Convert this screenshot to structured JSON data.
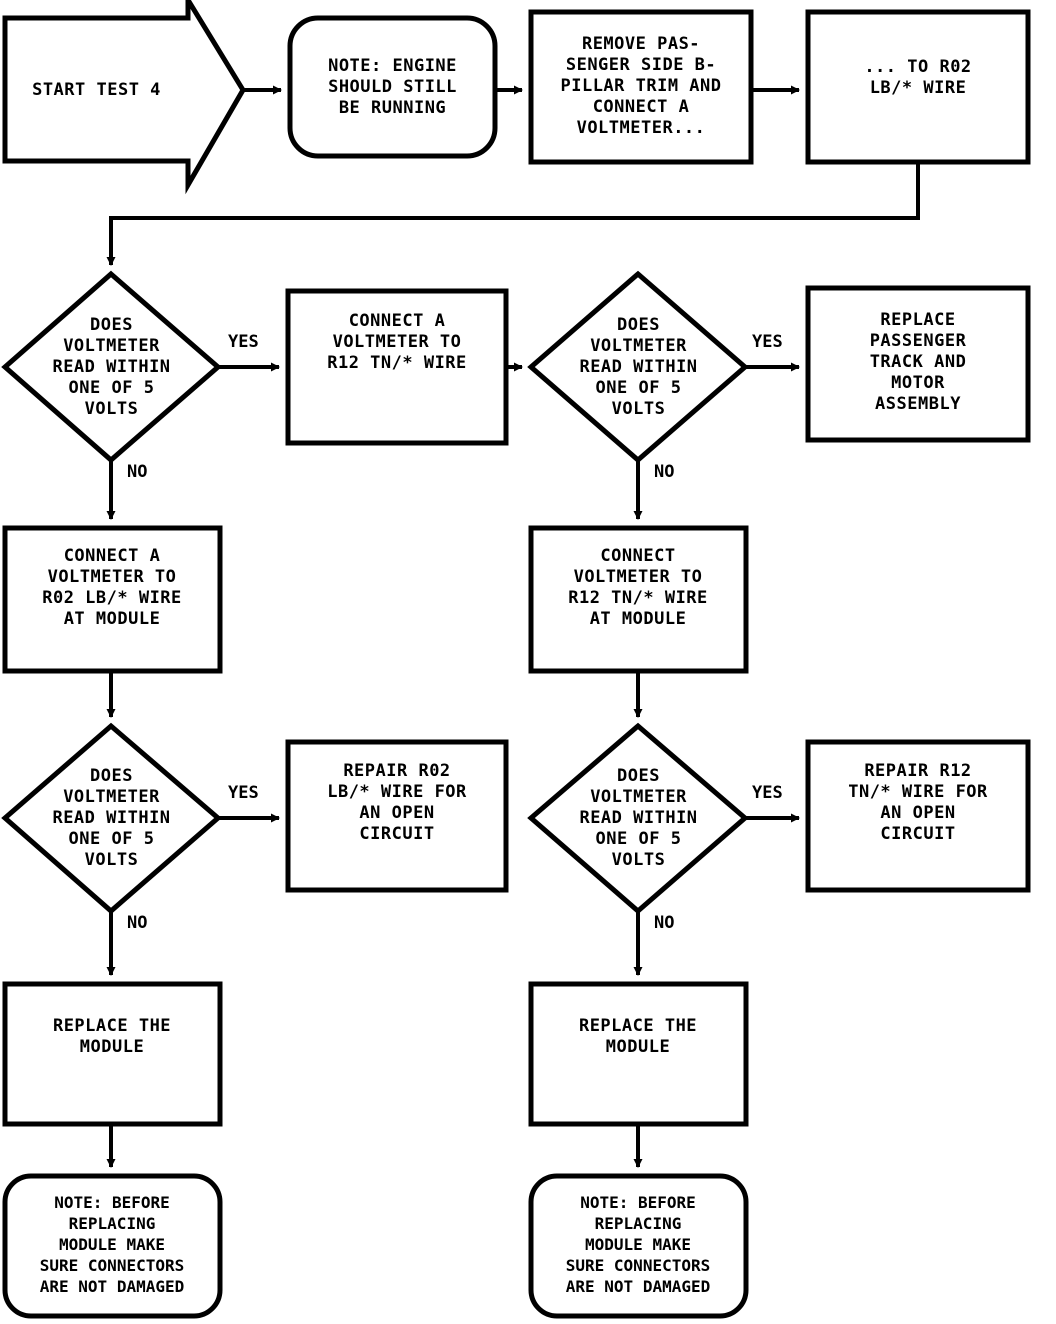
{
  "diagram": {
    "title": "START TEST 4",
    "type": "flowchart",
    "background_color": "#ffffff",
    "line_color": "#000000",
    "nodes": [
      {
        "id": "start",
        "shape": "arrow-pentagon",
        "text": "START TEST 4",
        "lines": [
          "START TEST 4"
        ]
      },
      {
        "id": "note_engine",
        "shape": "rounded-rectangle",
        "text": "NOTE: ENGINE SHOULD STILL BE RUNNING",
        "lines": [
          "NOTE: ENGINE",
          "SHOULD STILL",
          "BE RUNNING"
        ]
      },
      {
        "id": "remove_trim",
        "shape": "rectangle",
        "text": "REMOVE PASSENGER SIDE B-PILLAR TRIM AND CONNECT A VOLTMETER...",
        "lines": [
          "REMOVE PAS-",
          "SENGER SIDE B-",
          "PILLAR TRIM AND",
          "CONNECT A",
          "VOLTMETER..."
        ]
      },
      {
        "id": "to_r02",
        "shape": "rectangle",
        "text": "... TO R02 LB/* WIRE",
        "lines": [
          "... TO R02",
          "LB/* WIRE"
        ]
      },
      {
        "id": "decision_1",
        "shape": "diamond",
        "text": "DOES VOLTMETER READ WITHIN ONE OF 5 VOLTS",
        "lines": [
          "DOES",
          "VOLTMETER",
          "READ WITHIN",
          "ONE OF 5",
          "VOLTS"
        ]
      },
      {
        "id": "connect_r12",
        "shape": "rectangle",
        "text": "CONNECT A VOLTMETER TO R12 TN/* WIRE",
        "lines": [
          "CONNECT A",
          "VOLTMETER TO",
          "R12 TN/* WIRE"
        ]
      },
      {
        "id": "decision_2",
        "shape": "diamond",
        "text": "DOES VOLTMETER READ WITHIN ONE OF 5 VOLTS",
        "lines": [
          "DOES",
          "VOLTMETER",
          "READ WITHIN",
          "ONE OF 5",
          "VOLTS"
        ]
      },
      {
        "id": "replace_track",
        "shape": "rectangle",
        "text": "REPLACE PASSENGER TRACK AND MOTOR ASSEMBLY",
        "lines": [
          "REPLACE",
          "PASSENGER",
          "TRACK AND",
          "MOTOR",
          "ASSEMBLY"
        ]
      },
      {
        "id": "connect_r02_module",
        "shape": "rectangle",
        "text": "CONNECT A VOLTMETER TO R02 LB/* WIRE AT MODULE",
        "lines": [
          "CONNECT A",
          "VOLTMETER TO",
          "R02 LB/* WIRE",
          "AT MODULE"
        ]
      },
      {
        "id": "connect_r12_module",
        "shape": "rectangle",
        "text": "CONNECT VOLTMETER TO R12 TN/* WIRE AT MODULE",
        "lines": [
          "CONNECT",
          "VOLTMETER TO",
          "R12 TN/* WIRE",
          "AT MODULE"
        ]
      },
      {
        "id": "decision_3",
        "shape": "diamond",
        "text": "DOES VOLTMETER READ WITHIN ONE OF 5 VOLTS",
        "lines": [
          "DOES",
          "VOLTMETER",
          "READ WITHIN",
          "ONE OF 5",
          "VOLTS"
        ]
      },
      {
        "id": "repair_r02",
        "shape": "rectangle",
        "text": "REPAIR R02 LB/* WIRE FOR AN OPEN CIRCUIT",
        "lines": [
          "REPAIR R02",
          "LB/* WIRE FOR",
          "AN OPEN",
          "CIRCUIT"
        ]
      },
      {
        "id": "decision_4",
        "shape": "diamond",
        "text": "DOES VOLTMETER READ WITHIN ONE OF 5 VOLTS",
        "lines": [
          "DOES",
          "VOLTMETER",
          "READ WITHIN",
          "ONE OF 5",
          "VOLTS"
        ]
      },
      {
        "id": "repair_r12",
        "shape": "rectangle",
        "text": "REPAIR R12 TN/* WIRE FOR AN OPEN CIRCUIT",
        "lines": [
          "REPAIR R12",
          "TN/* WIRE FOR",
          "AN OPEN",
          "CIRCUIT"
        ]
      },
      {
        "id": "replace_module_left",
        "shape": "rectangle",
        "text": "REPLACE THE MODULE",
        "lines": [
          "REPLACE THE",
          "MODULE"
        ]
      },
      {
        "id": "replace_module_right",
        "shape": "rectangle",
        "text": "REPLACE THE MODULE",
        "lines": [
          "REPLACE THE",
          "MODULE"
        ]
      },
      {
        "id": "note_left",
        "shape": "rounded-rectangle",
        "text": "NOTE: BEFORE REPLACING MODULE MAKE SURE CONNECTORS ARE NOT DAMAGED",
        "lines": [
          "NOTE: BEFORE",
          "REPLACING",
          "MODULE MAKE",
          "SURE CONNECTORS",
          "ARE NOT DAMAGED"
        ]
      },
      {
        "id": "note_right",
        "shape": "rounded-rectangle",
        "text": "NOTE: BEFORE REPLACING MODULE MAKE SURE CONNECTORS ARE NOT DAMAGED",
        "lines": [
          "NOTE: BEFORE",
          "REPLACING",
          "MODULE MAKE",
          "SURE CONNECTORS",
          "ARE NOT DAMAGED"
        ]
      }
    ],
    "edge_labels": {
      "yes_1": "YES",
      "no_1": "NO",
      "yes_2": "YES",
      "no_2": "NO",
      "yes_3": "YES",
      "no_3": "NO",
      "yes_4": "YES",
      "no_4": "NO"
    }
  }
}
